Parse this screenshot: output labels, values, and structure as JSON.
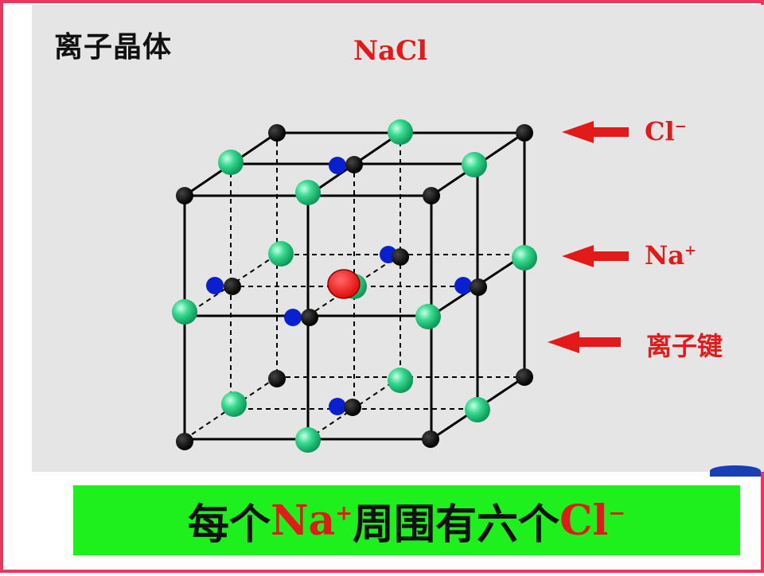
{
  "slide": {
    "title": "离子晶体",
    "formula": "NaCl"
  },
  "legend": {
    "cl": {
      "base": "Cl",
      "sup": "−"
    },
    "na": {
      "base": "Na",
      "sup": "+"
    },
    "bond": "离子键"
  },
  "caption": {
    "prefix": "每个",
    "na_base": "Na",
    "na_sup": "+",
    "middle": "周围有六个",
    "cl_base": "Cl",
    "cl_sup": "−"
  },
  "colors": {
    "border": "#e8365e",
    "panel": "#e5e5e5",
    "accent_red": "#e21a1a",
    "caption_bg": "#1ef01e",
    "cl_ion": "#000000",
    "na_ion": "#2ecf82",
    "bond_ion": "#0a1fd0",
    "center_ion": "#ff1010"
  },
  "icons": {
    "arrow": "left-arrow-icon",
    "cl_ion": "black-sphere-icon",
    "na_ion": "green-sphere-icon",
    "bond_ion": "blue-sphere-icon",
    "center_ion": "red-sphere-icon"
  }
}
